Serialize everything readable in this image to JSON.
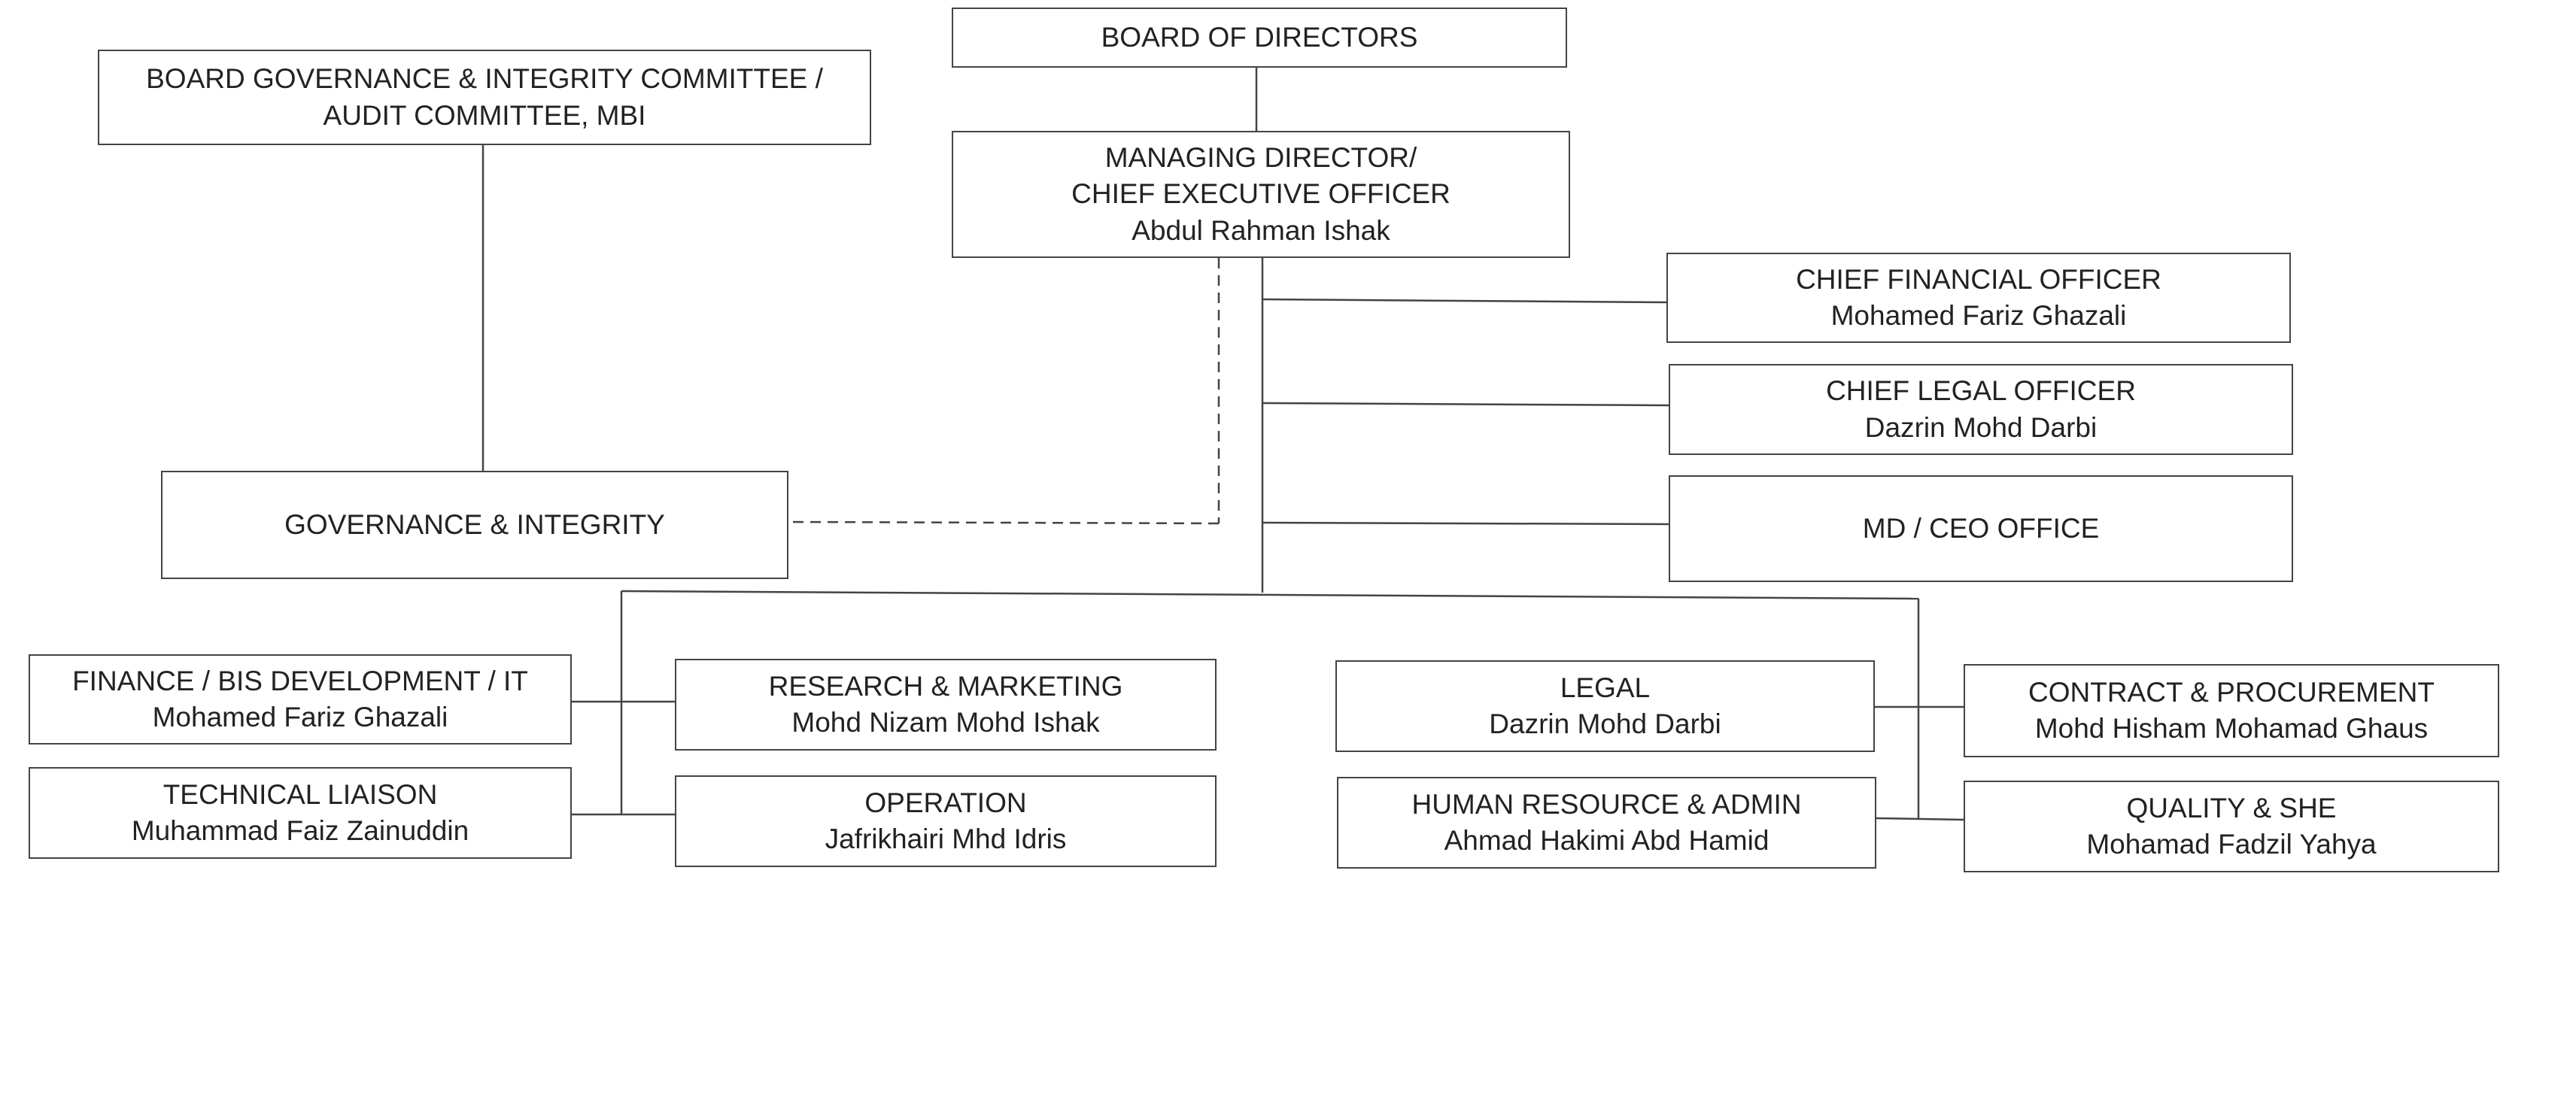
{
  "colors": {
    "line": "#444444",
    "text": "#222222",
    "background": "#ffffff"
  },
  "nodes": {
    "board": {
      "title": "BOARD OF DIRECTORS"
    },
    "audit": {
      "title_line1": "BOARD GOVERNANCE & INTEGRITY COMMITTEE /",
      "title_line2": "AUDIT COMMITTEE, MBI"
    },
    "md": {
      "title_line1": "MANAGING DIRECTOR/",
      "title_line2": "CHIEF EXECUTIVE OFFICER",
      "person": "Abdul Rahman Ishak"
    },
    "governance": {
      "title": "GOVERNANCE & INTEGRITY"
    },
    "cfo": {
      "title": "CHIEF FINANCIAL OFFICER",
      "person": "Mohamed Fariz Ghazali"
    },
    "clo": {
      "title": "CHIEF LEGAL OFFICER",
      "person": "Dazrin Mohd Darbi"
    },
    "mdoffice": {
      "title": "MD / CEO OFFICE"
    },
    "finance": {
      "title": "FINANCE / BIS DEVELOPMENT / IT",
      "person": "Mohamed Fariz Ghazali"
    },
    "technical": {
      "title": "TECHNICAL LIAISON",
      "person": "Muhammad Faiz Zainuddin"
    },
    "research": {
      "title": "RESEARCH & MARKETING",
      "person": "Mohd Nizam Mohd Ishak"
    },
    "operation": {
      "title": "OPERATION",
      "person": "Jafrikhairi Mhd Idris"
    },
    "legal": {
      "title": "LEGAL",
      "person": "Dazrin Mohd Darbi"
    },
    "hr": {
      "title": "HUMAN RESOURCE & ADMIN",
      "person": "Ahmad Hakimi Abd Hamid"
    },
    "contract": {
      "title": "CONTRACT & PROCUREMENT",
      "person": "Mohd Hisham Mohamad Ghaus"
    },
    "quality": {
      "title": "QUALITY & SHE",
      "person": "Mohamad Fadzil Yahya"
    }
  }
}
